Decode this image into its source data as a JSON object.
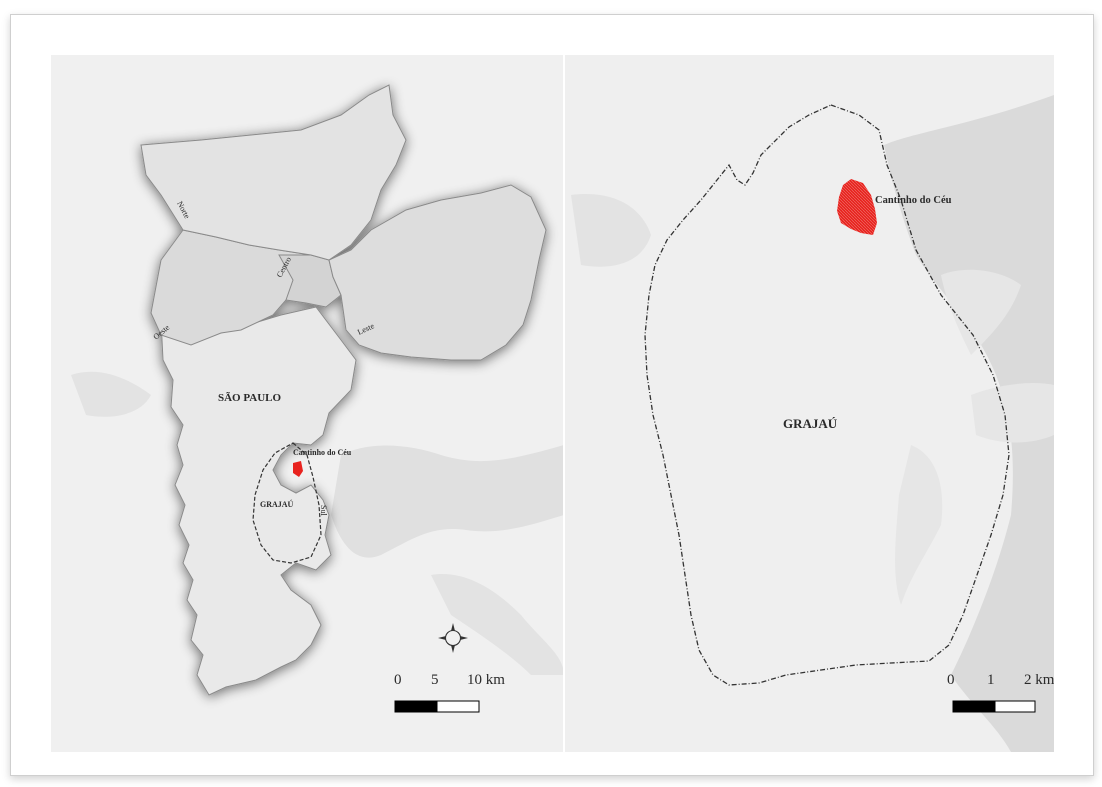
{
  "left_map": {
    "city_label": "SÃO PAULO",
    "district_label": "GRAJAÚ",
    "place_label": "Cantinho do Céu",
    "zones": {
      "norte": "Norte",
      "centro": "Centro",
      "leste": "Leste",
      "oeste": "Oeste",
      "sul": "Sul"
    },
    "scale": {
      "t0": "0",
      "t1": "5",
      "t2": "10 km"
    },
    "north_arrow_icon": "compass-rose-icon"
  },
  "right_map": {
    "district_label": "GRAJAÚ",
    "place_label": "Cantinho do Céu",
    "scale": {
      "t0": "0",
      "t1": "1",
      "t2": "2 km"
    }
  },
  "colors": {
    "background": "#f1f1f1",
    "panel": "#eeeeee",
    "water": "#dedede",
    "city_fill": "#e8e8e8",
    "north_fill": "#e3e3e3",
    "zone_fill": "#dcdcdc",
    "highlight": "#e8231f",
    "boundary": "#555555"
  }
}
